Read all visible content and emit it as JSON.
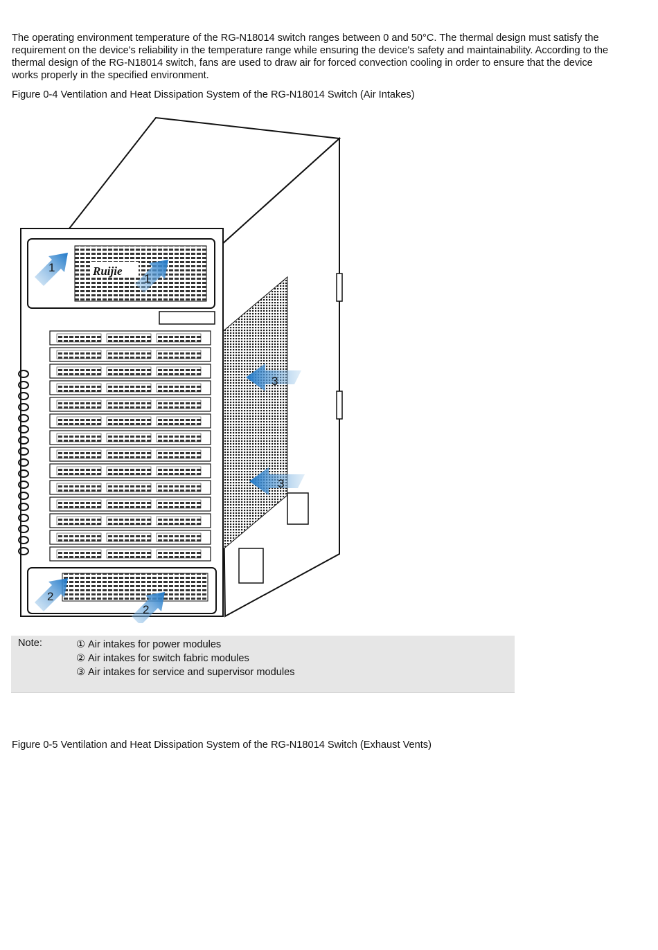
{
  "intro": "The operating environment temperature of the RG-N18014 switch ranges between 0 and 50°C. The thermal design must satisfy the requirement on the device's reliability in the temperature range while ensuring the device's safety and maintainability. According to the thermal design of the RG-N18014 switch, fans are used to draw air for forced convection cooling in order to ensure that the device works properly in the specified environment.",
  "figure4": {
    "caption": "Figure 0-4 Ventilation and Heat Dissipation System of the RG-N18014 Switch (Air Intakes)",
    "brand_logo": "Ruijie",
    "callouts": [
      "1",
      "1",
      "2",
      "2",
      "3",
      "3"
    ]
  },
  "note": {
    "label": "Note:",
    "items": [
      {
        "marker": "①",
        "text": "Air intakes for power modules"
      },
      {
        "marker": "②",
        "text": "Air intakes for switch fabric modules"
      },
      {
        "marker": "③",
        "text": "Air intakes for service and supervisor modules"
      }
    ]
  },
  "figure5": {
    "caption": "Figure 0-5 Ventilation and Heat Dissipation System of the RG-N18014 Switch (Exhaust Vents)"
  },
  "colors": {
    "arrow": "#3a8fd0",
    "note_bg": "#e6e6e6"
  }
}
